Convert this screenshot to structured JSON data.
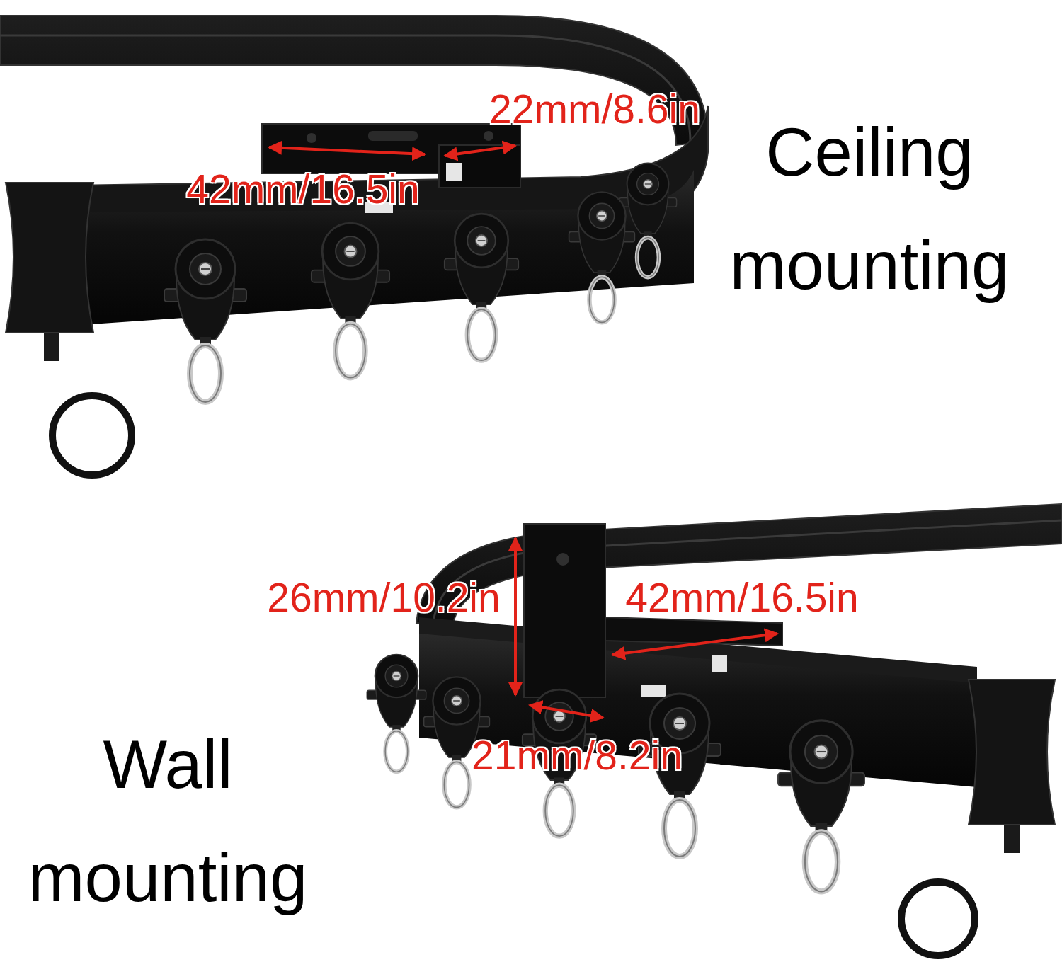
{
  "diagram": {
    "labels": [
      "22mm/8.6in",
      "42mm/16.5in",
      "Ceiling mounting",
      "26mm/10.2in",
      "42mm/16.5in",
      "Wall mounting",
      "21mm/8.2in"
    ]
  }
}
